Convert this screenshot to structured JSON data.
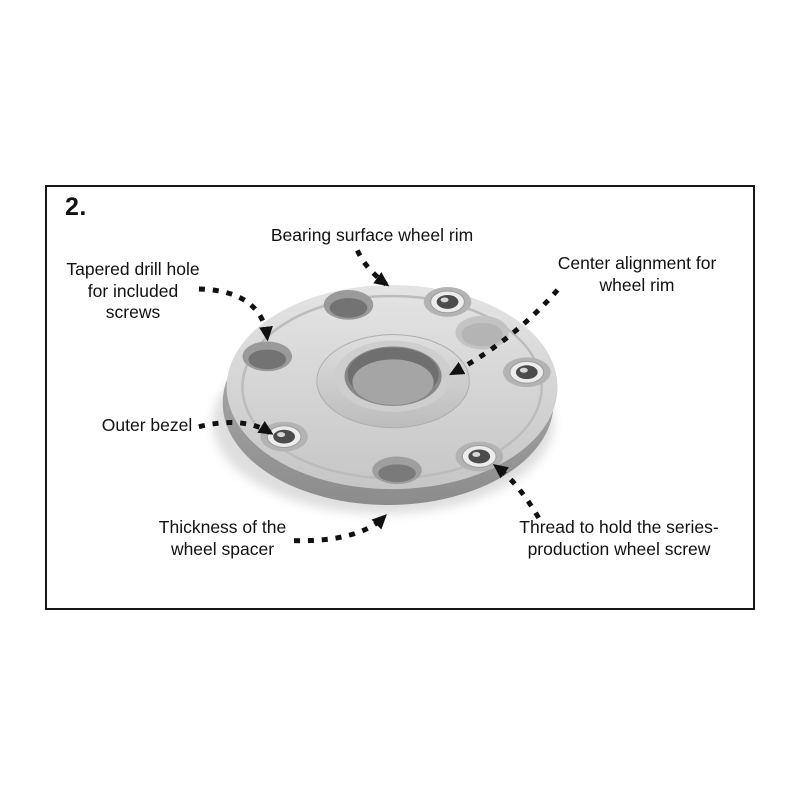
{
  "figure": {
    "number": "2."
  },
  "labels": {
    "bearing_surface": "Bearing surface wheel rim",
    "tapered_drill_hole": [
      "Tapered drill hole",
      "for included",
      "screws"
    ],
    "center_alignment": [
      "Center alignment for",
      "wheel rim"
    ],
    "outer_bezel": "Outer bezel",
    "thickness": [
      "Thickness of the",
      "wheel spacer"
    ],
    "thread": [
      "Thread to hold the series-",
      "production wheel screw"
    ]
  },
  "colors": {
    "panel_border": "#161616",
    "arrow": "#111111",
    "text": "#111111",
    "spacer_face": "#d2d2d2",
    "spacer_side": "#9a9a9a",
    "hole_dark": "#747474",
    "thread_insert": "#ececec"
  }
}
